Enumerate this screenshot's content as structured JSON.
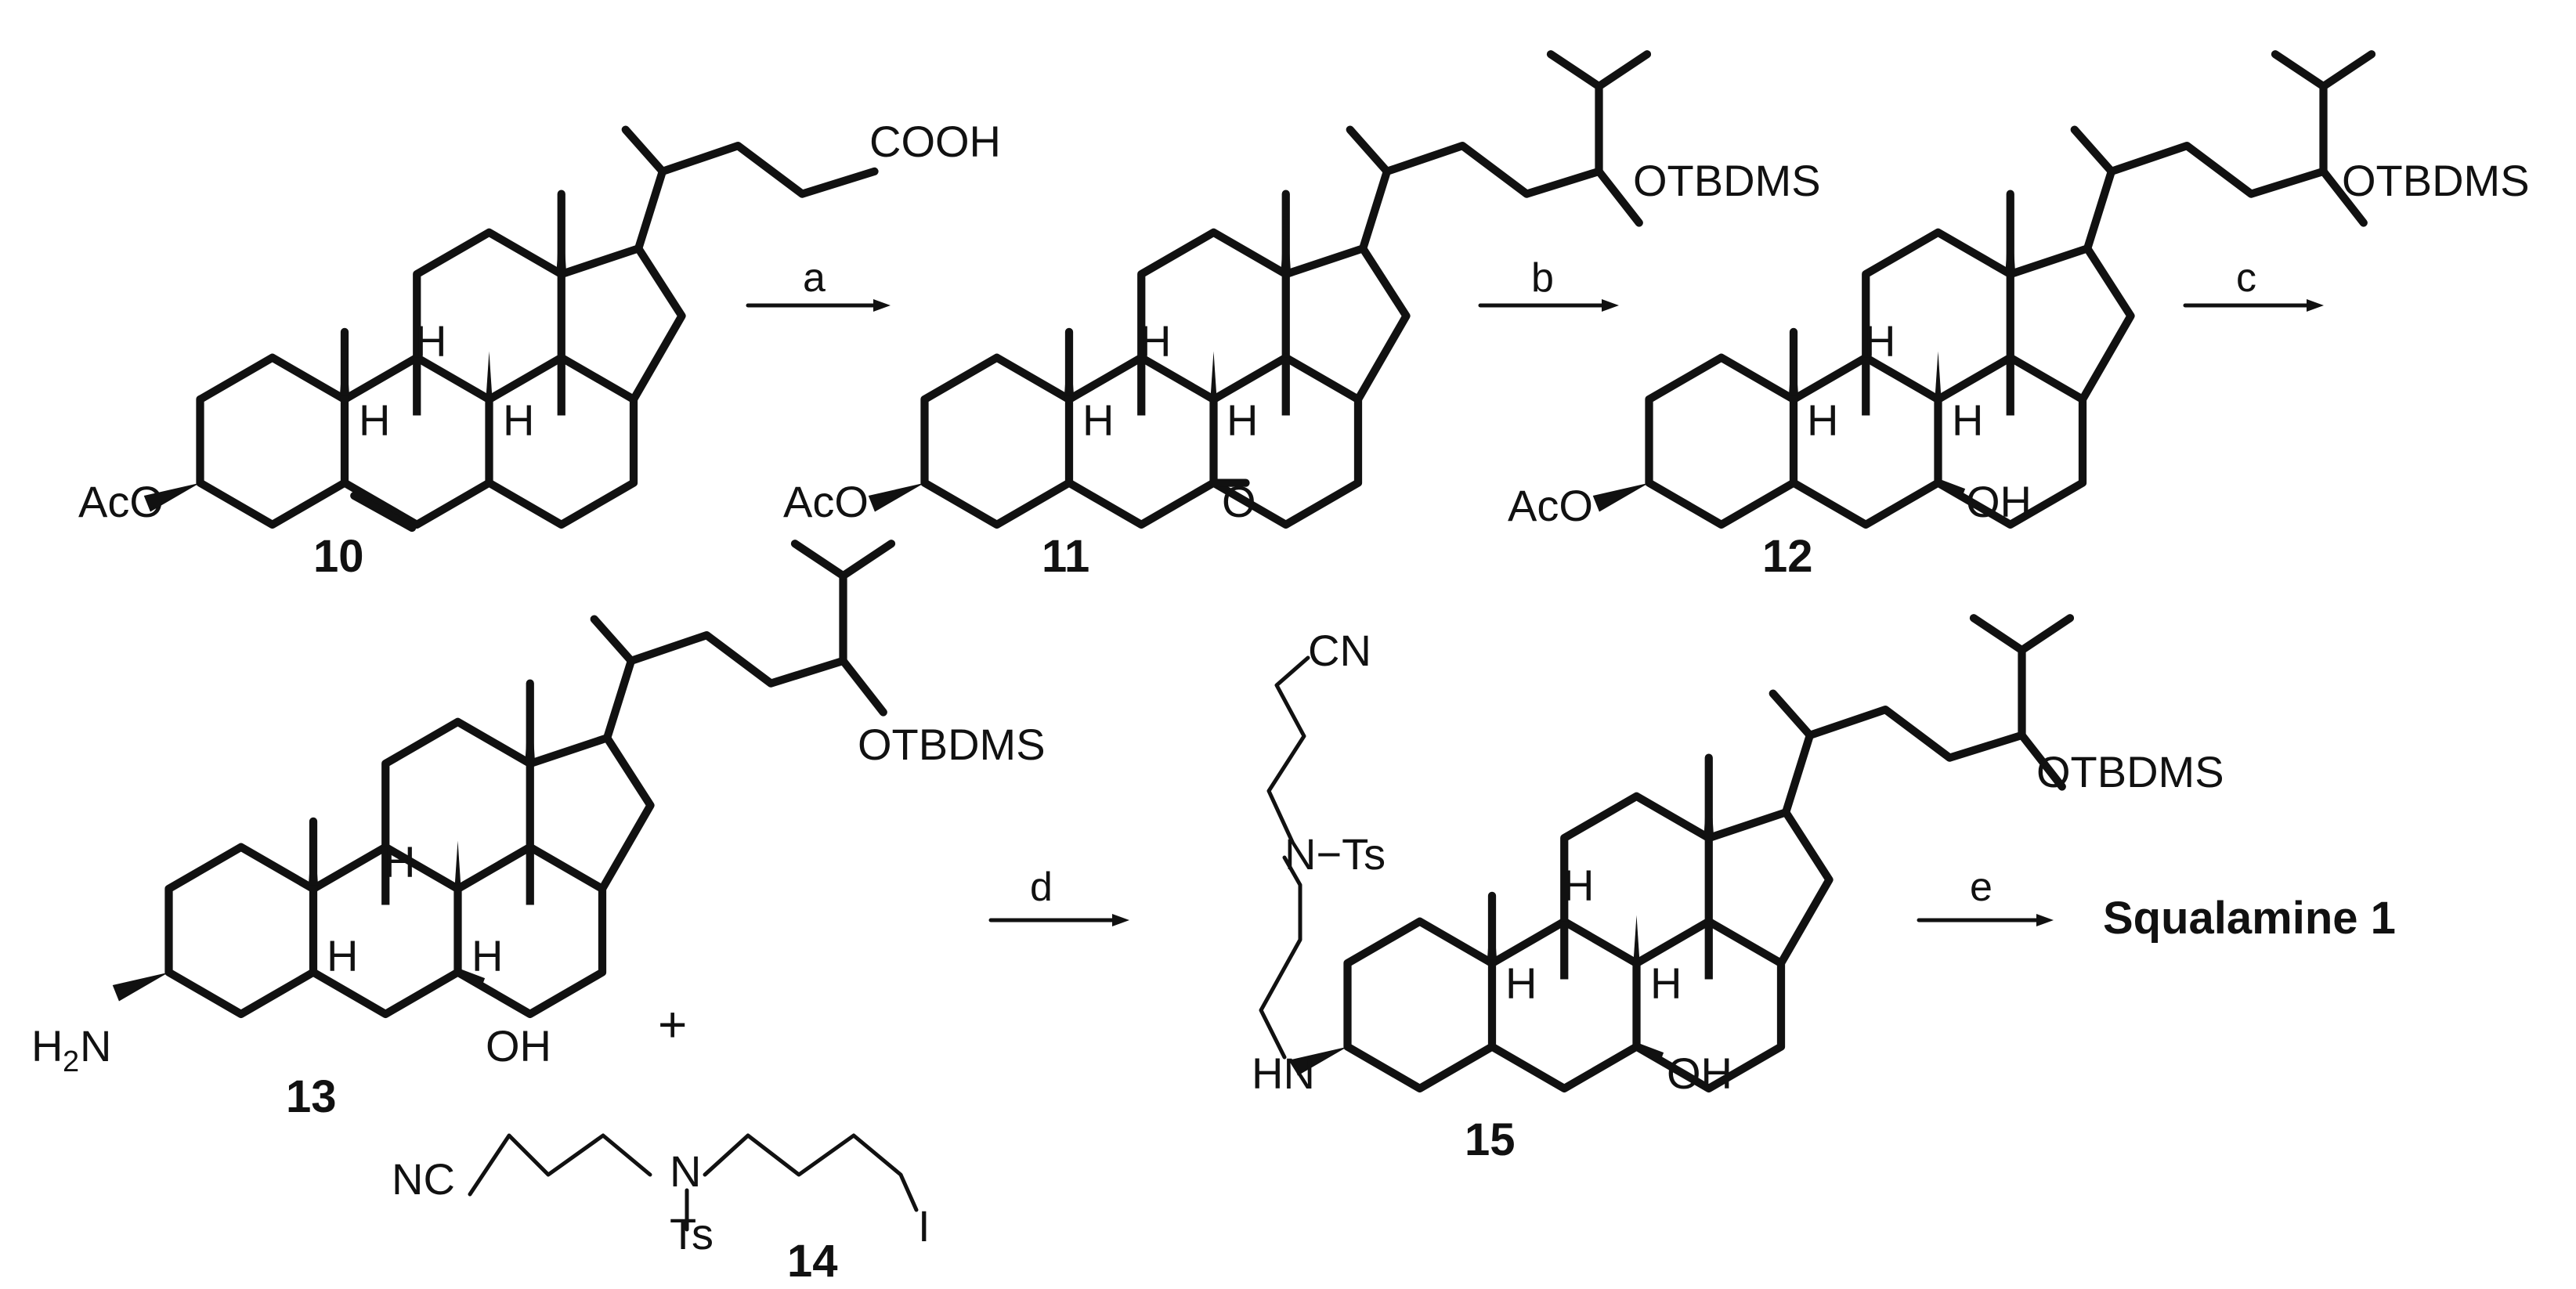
{
  "labels": {
    "c10": "10",
    "c11": "11",
    "c12": "12",
    "c13": "13",
    "c14": "14",
    "c15": "15"
  },
  "conditions": {
    "a": "a",
    "b": "b",
    "c": "c",
    "d": "d",
    "e": "e"
  },
  "plus": "+",
  "product": "Squalamine 1",
  "groups": {
    "acid": "COOH",
    "aco": "AcO",
    "otbdms": "OTBDMS",
    "keto_o": "O",
    "oh": "OH",
    "h": "H",
    "h2n": "H",
    "h2n_sub": "2",
    "h2n_n": "N",
    "nc": "NC",
    "cn": "CN",
    "n": "N",
    "ts": "Ts",
    "iodo": "I",
    "hn": "HN",
    "nts": "N−Ts"
  }
}
